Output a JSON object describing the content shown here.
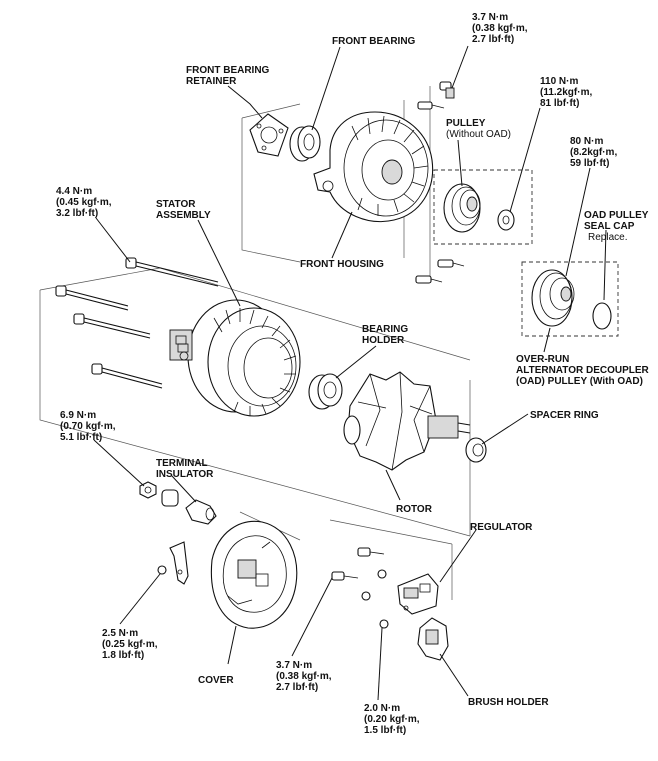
{
  "labels": {
    "front_bearing": "FRONT BEARING",
    "front_bearing_retainer": [
      "FRONT BEARING",
      "RETAINER"
    ],
    "pulley": [
      "PULLEY",
      "(Without OAD)"
    ],
    "oad_pulley_seal_cap": [
      "OAD PULLEY",
      "SEAL CAP"
    ],
    "seal_cap_note": "Replace.",
    "stator_assembly": [
      "STATOR",
      "ASSEMBLY"
    ],
    "front_housing": "FRONT HOUSING",
    "over_run_decoupler": [
      "OVER-RUN",
      "ALTERNATOR DECOUPLER",
      "(OAD) PULLEY (With OAD)"
    ],
    "bearing_holder": [
      "BEARING",
      "HOLDER"
    ],
    "spacer_ring": "SPACER RING",
    "terminal_insulator": [
      "TERMINAL",
      "INSULATOR"
    ],
    "rotor": "ROTOR",
    "regulator": "REGULATOR",
    "cover": "COVER",
    "brush_holder": "BRUSH HOLDER"
  },
  "torques": {
    "t_3_7_top": [
      "3.7 N·m",
      "(0.38 kgf·m,",
      "2.7 lbf·ft)"
    ],
    "t_110": [
      "110 N·m",
      "(11.2kgf·m,",
      "81 lbf·ft)"
    ],
    "t_80": [
      "80 N·m",
      "(8.2kgf·m,",
      "59 lbf·ft)"
    ],
    "t_4_4": [
      "4.4 N·m",
      "(0.45 kgf·m,",
      "3.2 lbf·ft)"
    ],
    "t_6_9": [
      "6.9 N·m",
      "(0.70 kgf·m,",
      "5.1 lbf·ft)"
    ],
    "t_2_5": [
      "2.5 N·m",
      "(0.25 kgf·m,",
      "1.8 lbf·ft)"
    ],
    "t_3_7_bottom": [
      "3.7 N·m",
      "(0.38 kgf·m,",
      "2.7 lbf·ft)"
    ],
    "t_2_0": [
      "2.0 N·m",
      "(0.20 kgf·m,",
      "1.5 lbf·ft)"
    ]
  }
}
